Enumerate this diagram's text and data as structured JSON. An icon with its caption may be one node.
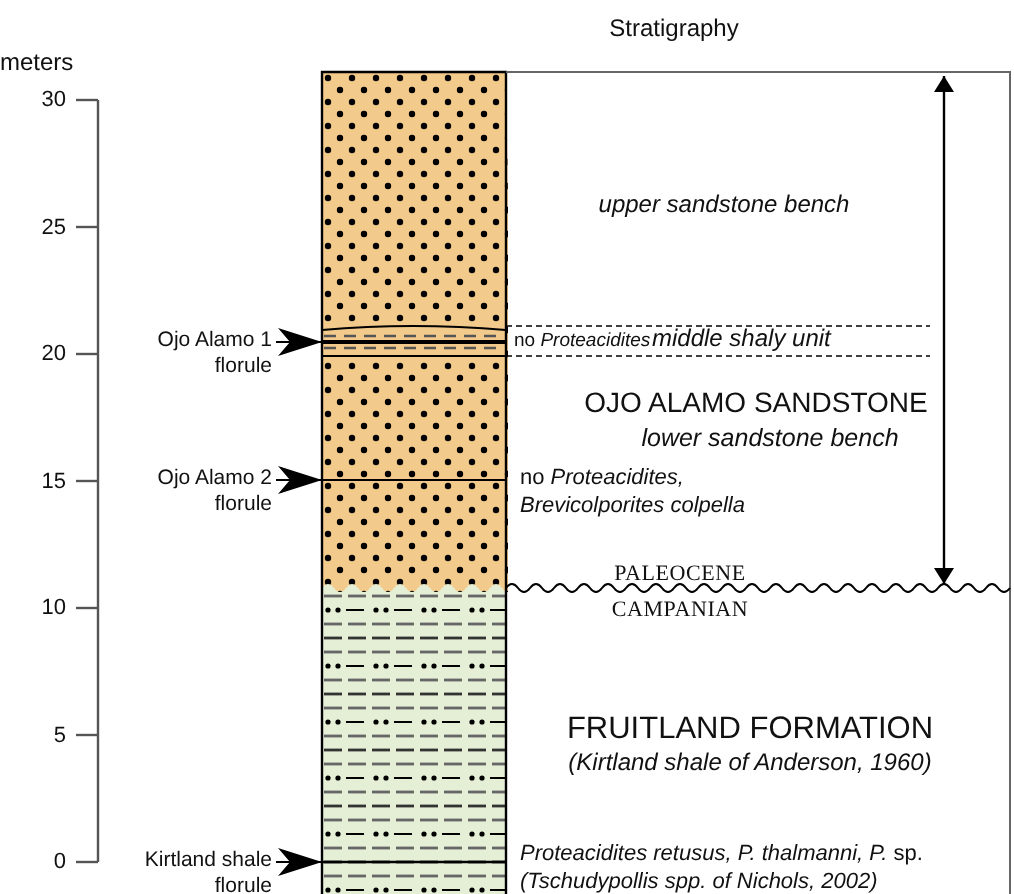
{
  "diagram": {
    "title": "Stratigraphy",
    "nodes": [
      {
        "text": [
          "Ojo Alamo 1 florule"
        ]
      },
      {
        "text": [
          "Ojo Alamo 2 florule"
        ]
      },
      {
        "text": [
          "Kirtland shale florule"
        ]
      }
    ],
    "edges": [
      {
        "from": 0,
        "to": null,
        "arrow": "to"
      },
      {
        "from": 1,
        "to": null,
        "arrow": "to"
      },
      {
        "from": 2,
        "to": null,
        "arrow": "to"
      }
    ],
    "labels": [
      "meters",
      "30",
      "25",
      "20",
      "15",
      "10",
      "5",
      "0",
      "upper sandstone bench",
      "no *Proteacidites*",
      "middle shaly unit",
      "OJO ALAMO SANDSTONE",
      "lower sandstone bench",
      "no *Proteacidites, Brevicolporites colpella*",
      "PALEOCENE",
      "CAMPANIAN",
      "FRUITLAND FORMATION",
      "(Kirtland shale of Anderson, 1960)",
      "*Proteacidites retusus, P. thalmanni, P.* sp.",
      "(Tschudypollis spp. of Nichols, 2002)"
    ]
  }
}
